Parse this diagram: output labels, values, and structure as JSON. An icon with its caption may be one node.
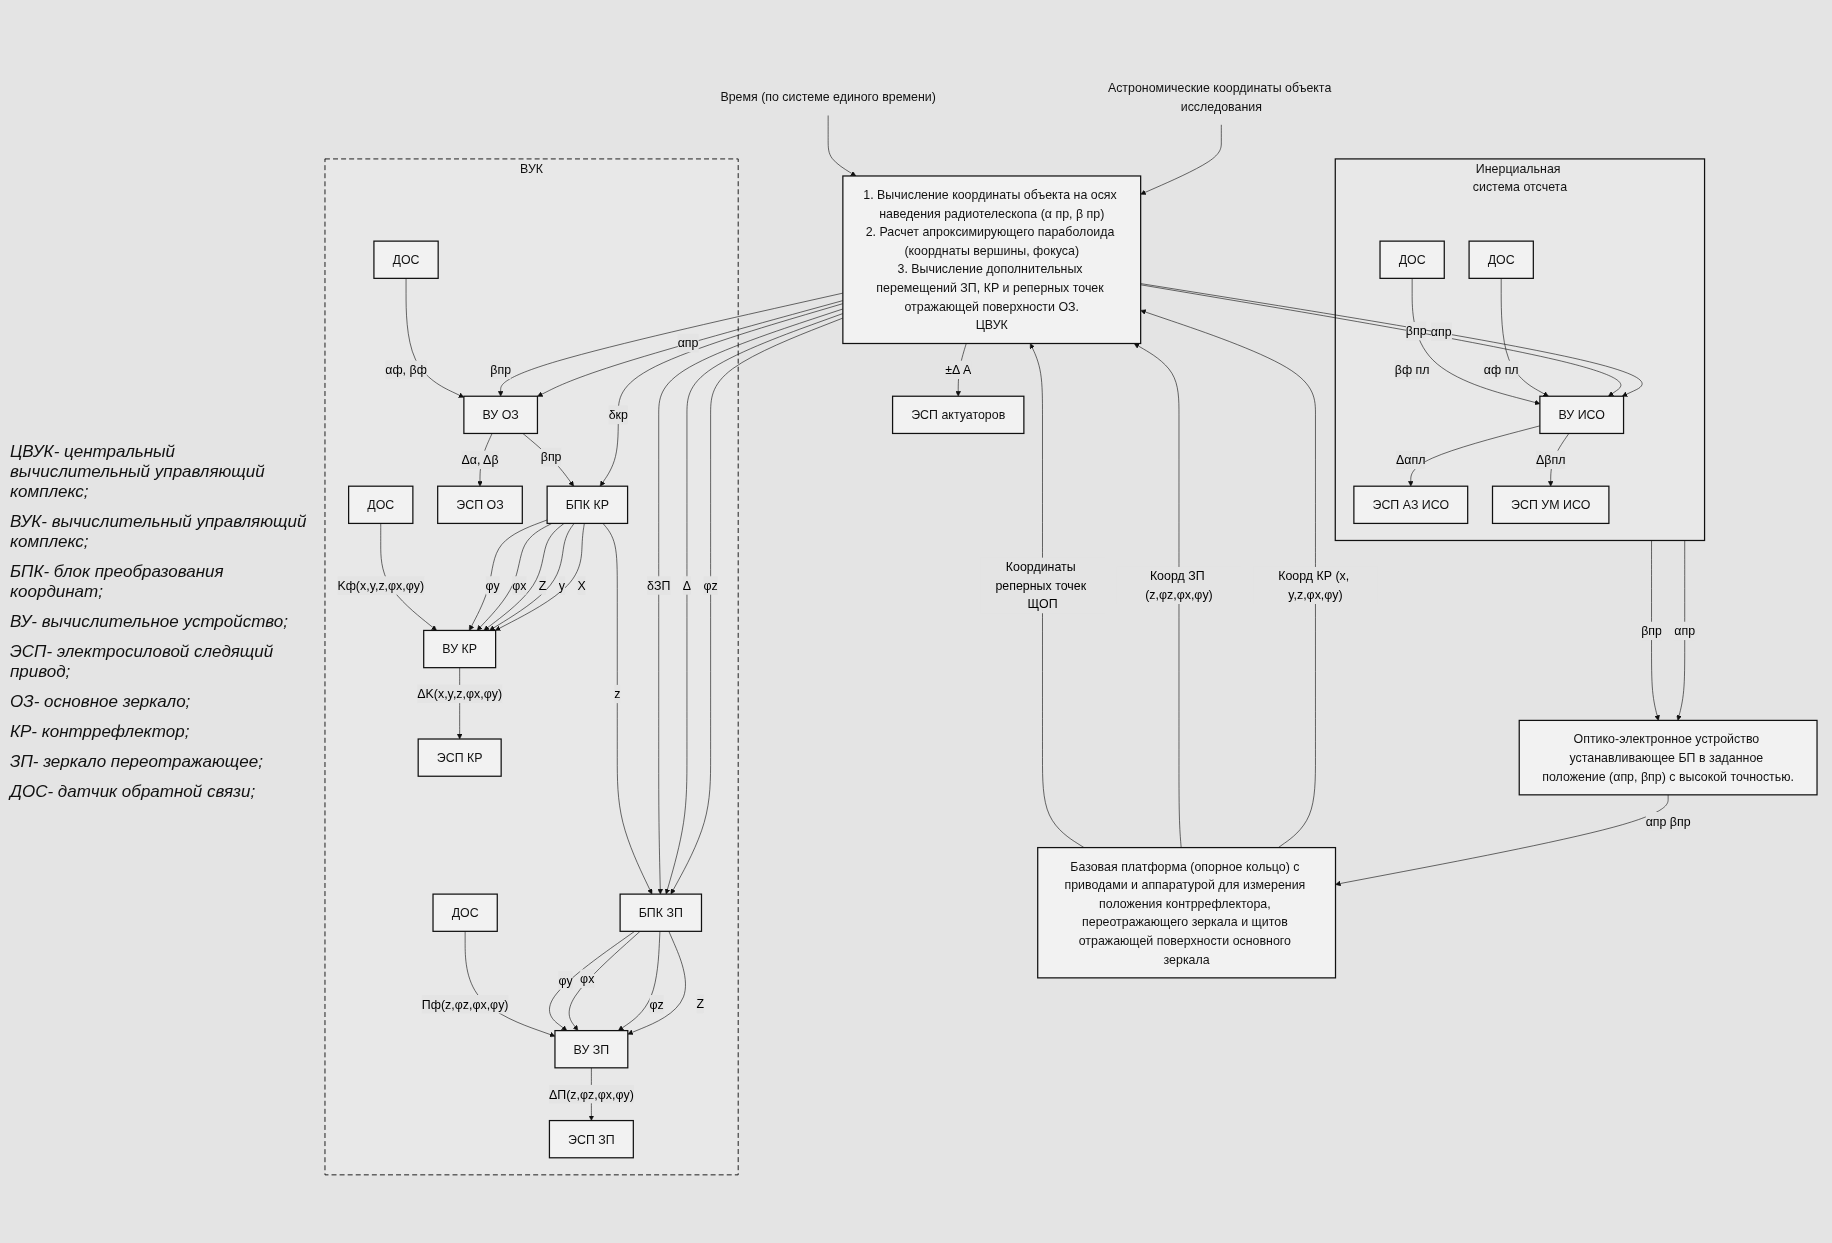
{
  "diagram": {
    "nodes": [
      {
        "text": [
          "Астрономические координаты объекта исследования"
        ]
      },
      {
        "text": [
          "Время (по системе единого времени)"
        ]
      },
      {
        "text": [
          "Базовая платформа (опорное кольцо) с приводами и аппаратурой для измерения положения контррефлектора, переотражающего зеркала и щитов отражающей поверхности основного зеркала"
        ]
      },
      {
        "text": [
          "1. Вычисление координаты объекта на осях наведения радиотелескопа (α пр, β пр)",
          "2. Расчет апроксимирующего параболоида (коорднаты вершины, фокуса)",
          "3. Вычисление дополнительных перемещений ЗП, КР и реперных точек отражающей поверхности ОЗ.",
          "ЦВУК"
        ]
      },
      {
        "text": [
          "ЭСП актуаторов"
        ]
      },
      {
        "text": [
          "ВУК"
        ]
      },
      {
        "text": [
          "ВУ ОЗ"
        ],
        "in": 5
      },
      {
        "text": [
          "БПК КР"
        ],
        "in": 5
      },
      {
        "text": [
          "БПК ЗП"
        ],
        "in": 5
      },
      {
        "text": [
          "ВУ КР"
        ],
        "in": 5
      },
      {
        "text": [
          "ВУ ЗП"
        ],
        "in": 5
      },
      {
        "text": [
          "ЭСП ОЗ"
        ],
        "in": 5
      },
      {
        "text": [
          "ДОС"
        ],
        "in": 5
      },
      {
        "text": [
          "ЭСП КР"
        ],
        "in": 5
      },
      {
        "text": [
          "ДОС"
        ],
        "in": 5
      },
      {
        "text": [
          "ЭСП ЗП"
        ],
        "in": 5
      },
      {
        "text": [
          "ДОС"
        ],
        "in": 5
      },
      {
        "text": [
          "Инерциальная система отсчета"
        ]
      },
      {
        "text": [
          "ВУ ИСО"
        ],
        "in": 17
      },
      {
        "text": [
          "ДОС"
        ],
        "in": 17
      },
      {
        "text": [
          "ЭСП АЗ ИСО"
        ],
        "in": 17
      },
      {
        "text": [
          "ЭСП УМ ИСО"
        ],
        "in": 17
      },
      {
        "text": [
          "ДОС"
        ],
        "in": 17
      },
      {
        "text": [
          "Оптико-электронное устройство устанавливающее БП в заданное положение (αпр, βпр) с высокой точностью."
        ]
      }
    ],
    "edges": [
      {
        "from": 0,
        "to": 3,
        "arrow": "to"
      },
      {
        "from": 1,
        "to": 3,
        "arrow": "to"
      },
      {
        "from": 2,
        "to": 3,
        "arrow": "to",
        "label": "Коорд КР (x, y,z,φx,φy)"
      },
      {
        "from": 2,
        "to": 3,
        "arrow": "to",
        "label": "Коорд ЗП (z,φz,φx,φy)"
      },
      {
        "from": 2,
        "to": 3,
        "arrow": "to",
        "label": "Координаты реперных точек ЩОП"
      },
      {
        "from": 3,
        "to": 4,
        "arrow": "to",
        "label": "±Δ A"
      },
      {
        "from": 3,
        "to": 6,
        "arrow": "to",
        "label": "αпр"
      },
      {
        "from": 3,
        "to": 6,
        "arrow": "to",
        "label": "βпр"
      },
      {
        "from": 3,
        "to": 7,
        "arrow": "to",
        "label": "δкр"
      },
      {
        "from": 3,
        "to": 8,
        "arrow": "to",
        "label": "φz"
      },
      {
        "from": 3,
        "to": 8,
        "arrow": "to",
        "label": "Δ"
      },
      {
        "from": 3,
        "to": 8,
        "arrow": "to",
        "label": "δЗП"
      },
      {
        "from": 3,
        "to": 18,
        "arrow": "to",
        "label": "αпр"
      },
      {
        "from": 3,
        "to": 18,
        "arrow": "to",
        "label": "βпр"
      },
      {
        "from": 6,
        "to": 7,
        "arrow": "to",
        "label": "βпр"
      },
      {
        "from": 7,
        "to": 8,
        "arrow": "to",
        "label": "z"
      },
      {
        "from": 7,
        "to": 9,
        "arrow": "to",
        "label": "X"
      },
      {
        "from": 7,
        "to": 9,
        "arrow": "to",
        "label": "y"
      },
      {
        "from": 7,
        "to": 9,
        "arrow": "to",
        "label": "Z"
      },
      {
        "from": 7,
        "to": 9,
        "arrow": "to",
        "label": "φx"
      },
      {
        "from": 7,
        "to": 9,
        "arrow": "to",
        "label": "φy"
      },
      {
        "from": 8,
        "to": 10,
        "arrow": "to",
        "label": "Z"
      },
      {
        "from": 8,
        "to": 10,
        "arrow": "to",
        "label": "φz"
      },
      {
        "from": 8,
        "to": 10,
        "arrow": "to",
        "label": "φx"
      },
      {
        "from": 8,
        "to": 10,
        "arrow": "to",
        "label": "φy"
      },
      {
        "from": 6,
        "to": 11,
        "arrow": "to",
        "label": "Δα, Δβ"
      },
      {
        "from": 12,
        "to": 6,
        "arrow": "to",
        "label": "αф, βф"
      },
      {
        "from": 9,
        "to": 13,
        "arrow": "to",
        "label": "ΔK(x,y,z,φx,φy)"
      },
      {
        "from": 14,
        "to": 9,
        "arrow": "to",
        "label": "Kф(x,y,z,φx,φy)"
      },
      {
        "from": 10,
        "to": 15,
        "arrow": "to",
        "label": "ΔП(z,φz,φx,φy)"
      },
      {
        "from": 16,
        "to": 10,
        "arrow": "to",
        "label": "Пф(z,φz,φx,φy)"
      },
      {
        "from": 18,
        "to": 20,
        "arrow": "to",
        "label": "Δαпл"
      },
      {
        "from": 18,
        "to": 21,
        "arrow": "to",
        "label": "Δβпл"
      },
      {
        "from": 19,
        "to": 18,
        "arrow": "to",
        "label": "αф пл"
      },
      {
        "from": 22,
        "to": 18,
        "arrow": "to",
        "label": "βф пл"
      },
      {
        "from": 17,
        "to": 23,
        "arrow": "to",
        "label": "αпр"
      },
      {
        "from": 17,
        "to": 23,
        "arrow": "to",
        "label": "βпр"
      },
      {
        "from": 23,
        "to": 2,
        "arrow": "to",
        "label": "αпр βпр"
      }
    ],
    "labels": [
      "ЦВУК- центральный вычислительный управляющий комплекс;",
      "ВУК- вычислительный управляющий комплекс;",
      "БПК- блок преобразования координат;",
      "ВУ- вычислительное устройство;",
      "ЭСП- электросиловой следящий привод;",
      "ОЗ- основное зеркало;",
      "КР- контррефлектор;",
      "ЗП- зеркало переотражающее;",
      "ДОС- датчик обратной связи;"
    ]
  }
}
